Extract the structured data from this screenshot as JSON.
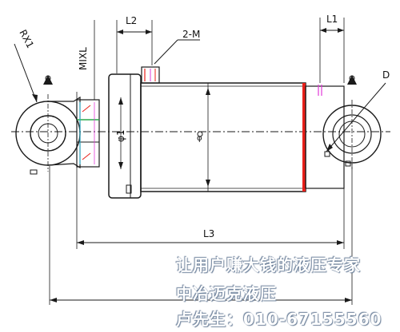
{
  "labels": {
    "rx1": "RX1",
    "l2": "L2",
    "two_m": "2-M",
    "mixl": "MIXL",
    "l1": "L1",
    "d": "D",
    "phi1": "φ1",
    "phi_small": "φ",
    "l3": "L3"
  },
  "banner": {
    "line1": "让用户赚大钱的液压专家",
    "line2": "中冶迈克液压",
    "line3": "卢先生：010-67155560"
  },
  "colors": {
    "line": "#1a1a1a",
    "red": "#e8201a",
    "magenta": "#e23ad8",
    "cyan": "#28b8d8",
    "green": "#2aa84a"
  }
}
